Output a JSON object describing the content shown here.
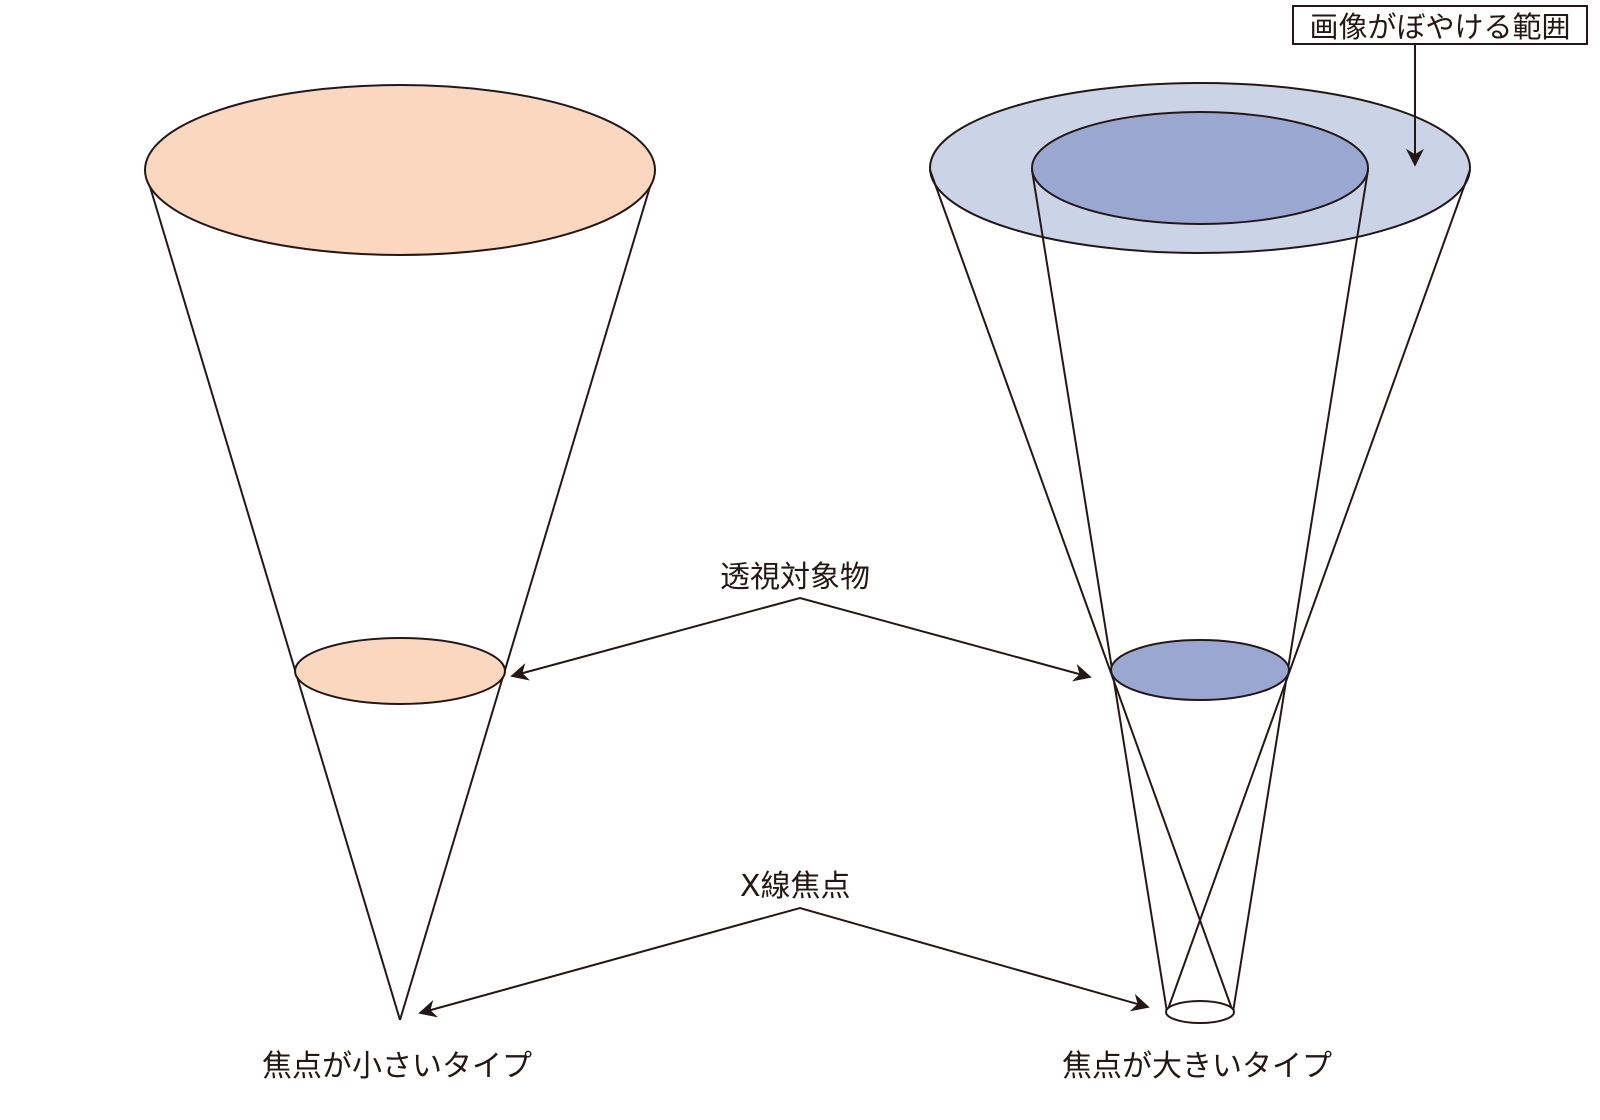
{
  "labels": {
    "blur_range": "画像がぼやける範囲",
    "object": "透視対象物",
    "focal_spot": "X線焦点",
    "small_focus": "焦点が小さいタイプ",
    "large_focus": "焦点が大きいタイプ"
  },
  "colors": {
    "stroke": "#231815",
    "peach": "#f9d8bf",
    "blue_light": "#cbd3e6",
    "blue_dark": "#9aa7d1"
  }
}
